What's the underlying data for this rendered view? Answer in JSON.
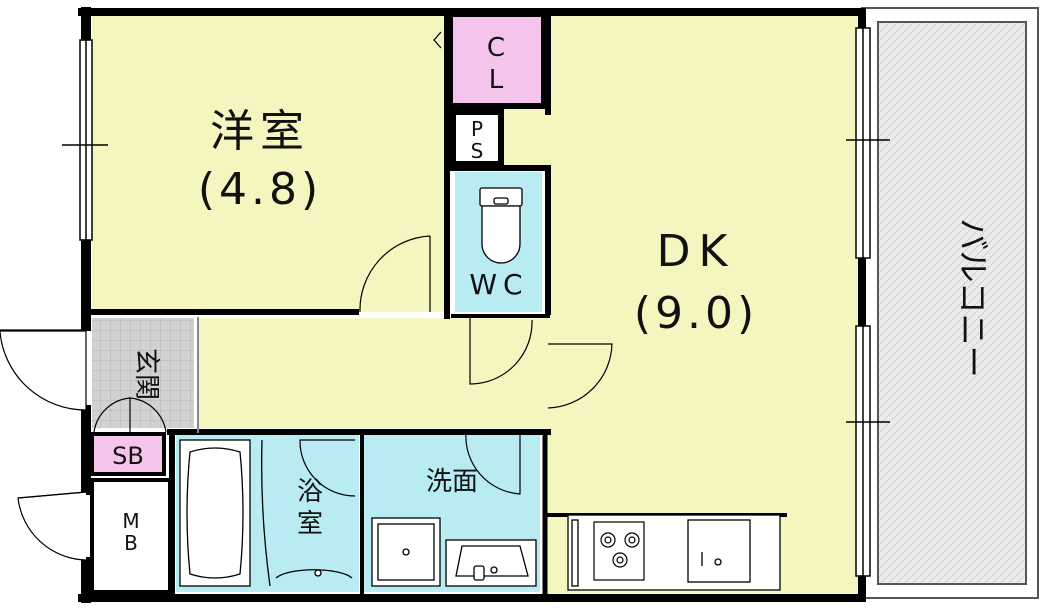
{
  "rooms": {
    "western_room": {
      "name": "洋室",
      "size": "(4.8)"
    },
    "dk": {
      "name": "DK",
      "size": "(9.0)"
    },
    "wc": {
      "name": "WC"
    },
    "entrance": {
      "name": "玄関"
    },
    "bathroom": {
      "name_line1": "浴",
      "name_line2": "室"
    },
    "washroom": {
      "name": "洗面"
    },
    "balcony": {
      "name": "バルコニー"
    }
  },
  "storage": {
    "closet": {
      "line1": "C",
      "line2": "L"
    },
    "pipe_space": {
      "line1": "P",
      "line2": "S"
    },
    "shoe_box": {
      "name": "SB"
    },
    "meter_box": {
      "line1": "M",
      "line2": "B"
    }
  },
  "colors": {
    "room_fill": "#f5f5c0",
    "wet_area_fill": "#b8ecf2",
    "storage_fill": "#f5c4ec",
    "entrance_tile": "#c8c8c8",
    "balcony_fill": "#ebebeb",
    "wall": "#000000"
  }
}
